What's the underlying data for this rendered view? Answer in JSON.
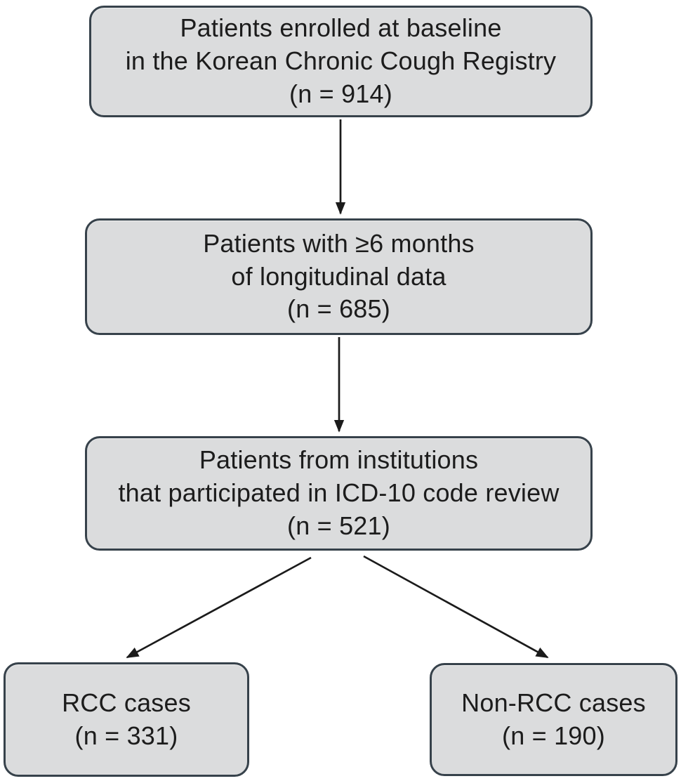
{
  "colors": {
    "background": "#ffffff",
    "box_fill": "#dbdcdd",
    "box_border": "#37424b",
    "arrow": "#1b1b1b",
    "text": "#1c1c1c"
  },
  "diagram": {
    "type": "flowchart",
    "nodes": {
      "enrolled": {
        "lines": [
          "Patients enrolled at baseline",
          "in the Korean Chronic Cough Registry",
          "(n = 914)"
        ],
        "n": 914
      },
      "longitudinal": {
        "lines": [
          "Patients with ≥6 months",
          "of longitudinal data",
          "(n = 685)"
        ],
        "n": 685
      },
      "icd_review": {
        "lines": [
          "Patients from institutions",
          "that participated in ICD-10 code review",
          "(n = 521)"
        ],
        "n": 521
      },
      "rcc": {
        "lines": [
          "RCC cases",
          "(n = 331)"
        ],
        "n": 331
      },
      "non_rcc": {
        "lines": [
          "Non-RCC cases",
          "(n = 190)"
        ],
        "n": 190
      }
    },
    "edges": [
      {
        "from": "enrolled",
        "to": "longitudinal"
      },
      {
        "from": "longitudinal",
        "to": "icd_review"
      },
      {
        "from": "icd_review",
        "to": "rcc"
      },
      {
        "from": "icd_review",
        "to": "non_rcc"
      }
    ]
  }
}
